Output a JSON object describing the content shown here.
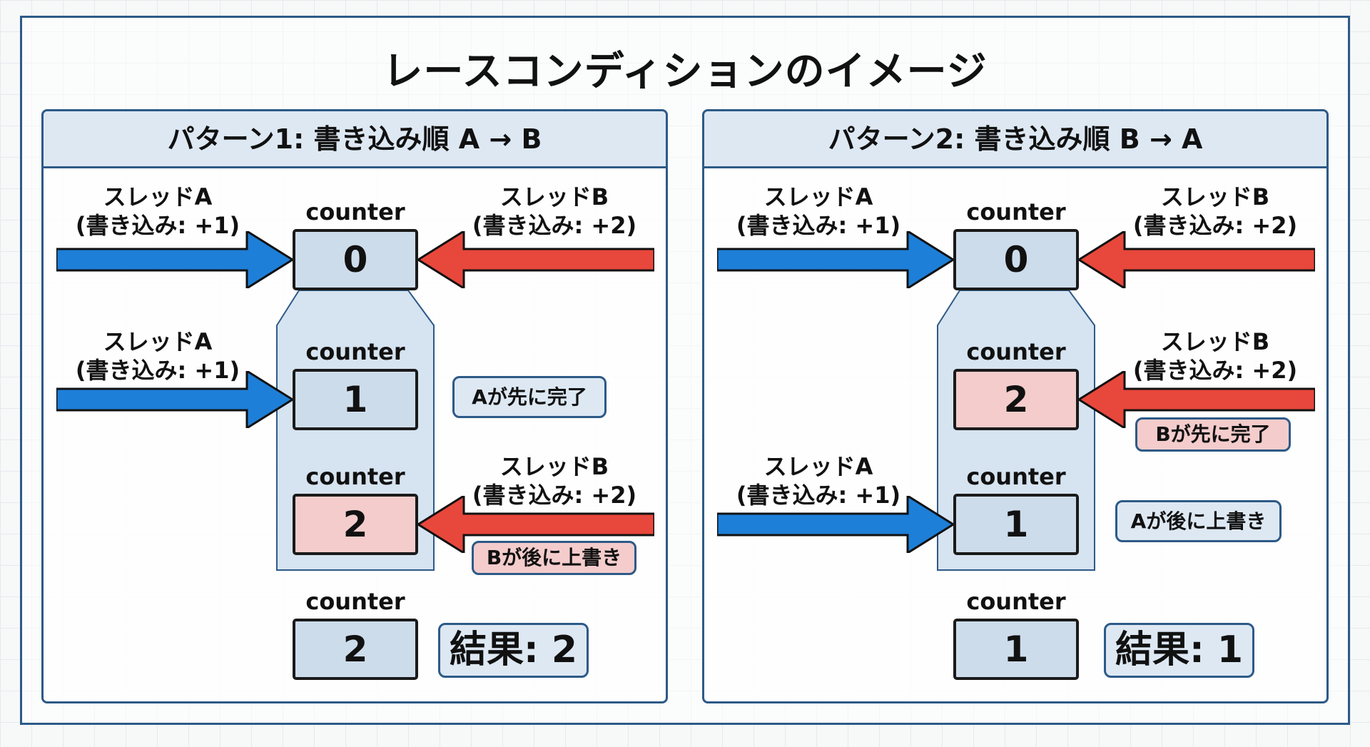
{
  "title": "レースコンディションのイメージ",
  "counter_label": "counter",
  "colors": {
    "thread_a": "#1e7fd8",
    "thread_b": "#e8473c",
    "box": "#cddceb",
    "box_highlight": "#f4cccc",
    "border": "#2d5a87"
  },
  "panels": [
    {
      "header": "パターン1: 書き込み順 A → B",
      "thread_a": {
        "name": "スレッドA",
        "write": "(書き込み: +1)"
      },
      "thread_b": {
        "name": "スレッドB",
        "write": "(書き込み: +2)"
      },
      "initial": "0",
      "step1": "1",
      "step2": "2",
      "final": "2",
      "note1": "Aが先に完了",
      "note2": "Bが後に上書き",
      "result": "結果: 2"
    },
    {
      "header": "パターン2: 書き込み順 B → A",
      "thread_a": {
        "name": "スレッドA",
        "write": "(書き込み: +1)"
      },
      "thread_b": {
        "name": "スレッドB",
        "write": "(書き込み: +2)"
      },
      "initial": "0",
      "step1": "2",
      "step2": "1",
      "final": "1",
      "note1": "Bが先に完了",
      "note2": "Aが後に上書き",
      "result": "結果: 1"
    }
  ]
}
